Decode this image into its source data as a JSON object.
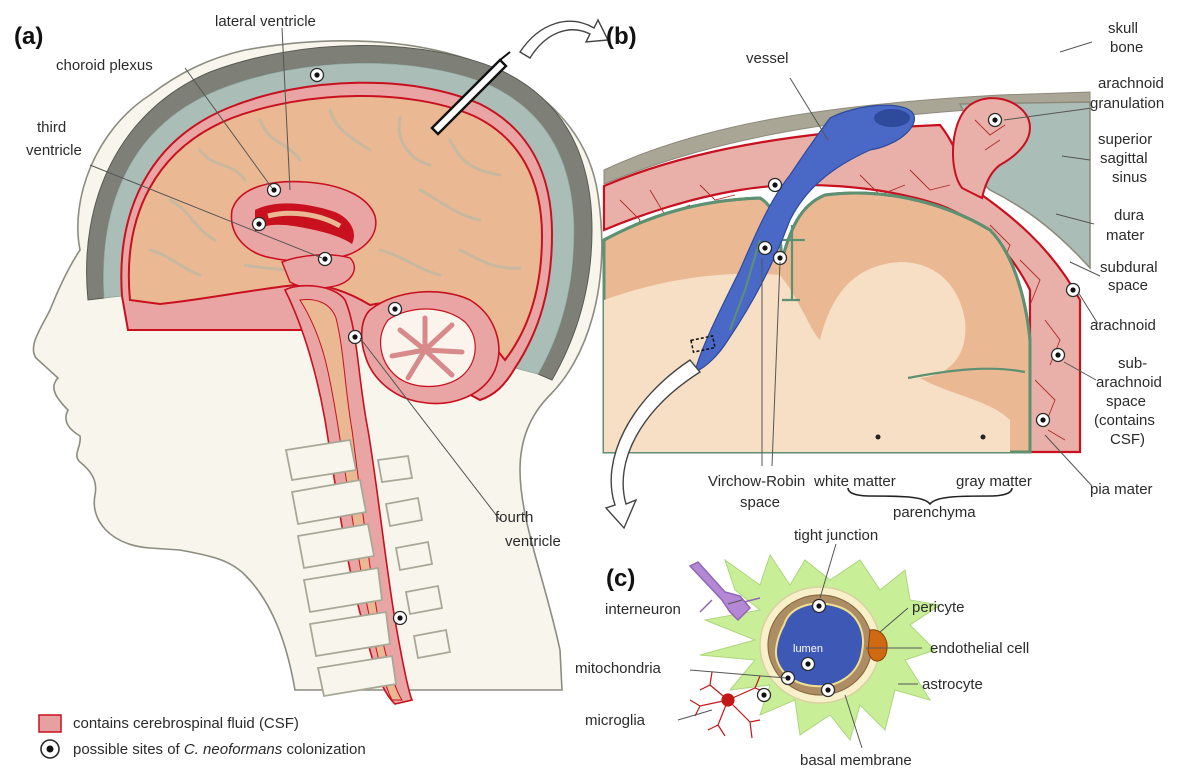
{
  "panels": {
    "a": "(a)",
    "b": "(b)",
    "c": "(c)"
  },
  "panel_a_labels": {
    "lateral_ventricle": "lateral ventricle",
    "choroid_plexus": "choroid plexus",
    "third_ventricle_1": "third",
    "third_ventricle_2": "ventricle",
    "fourth_ventricle_1": "fourth",
    "fourth_ventricle_2": "ventricle"
  },
  "panel_b_labels": {
    "vessel": "vessel",
    "skull_bone_1": "skull",
    "skull_bone_2": "bone",
    "arachnoid_granulation_1": "arachnoid",
    "arachnoid_granulation_2": "granulation",
    "superior_sagittal_sinus_1": "superior",
    "superior_sagittal_sinus_2": "sagittal",
    "superior_sagittal_sinus_3": "sinus",
    "dura_mater_1": "dura",
    "dura_mater_2": "mater",
    "subdural_space_1": "subdural",
    "subdural_space_2": "space",
    "arachnoid": "arachnoid",
    "subarachnoid_1": "sub-",
    "subarachnoid_2": "arachnoid",
    "subarachnoid_3": "space",
    "subarachnoid_4": "(contains",
    "subarachnoid_5": "CSF)",
    "pia_mater": "pia mater",
    "virchow_robin_1": "Virchow-Robin",
    "virchow_robin_2": "space",
    "white_matter": "white matter",
    "gray_matter": "gray matter",
    "parenchyma": "parenchyma"
  },
  "panel_c_labels": {
    "tight_junction": "tight junction",
    "interneuron": "interneuron",
    "pericyte": "pericyte",
    "lumen": "lumen",
    "endothelial_cell": "endothelial cell",
    "mitochondria": "mitochondria",
    "astrocyte": "astrocyte",
    "microglia": "microglia",
    "basal_membrane": "basal membrane"
  },
  "legend": {
    "csf": "contains cerebrospinal fluid (CSF)",
    "sites_prefix": "possible sites of ",
    "sites_species": "C. neoformans",
    "sites_suffix": " colonization"
  },
  "colors": {
    "skin": "#f8f6ec",
    "brain": "#eab994",
    "csf": "#e7a0a0",
    "red_line": "#c8101f",
    "skull": "#7d7f76",
    "meninges": "#a9bcb6",
    "pia": "#5e9072",
    "vessel": "#4967c4",
    "astrocyte": "#c7ef95",
    "microglia": "#c41717",
    "interneuron": "#b488d4"
  }
}
